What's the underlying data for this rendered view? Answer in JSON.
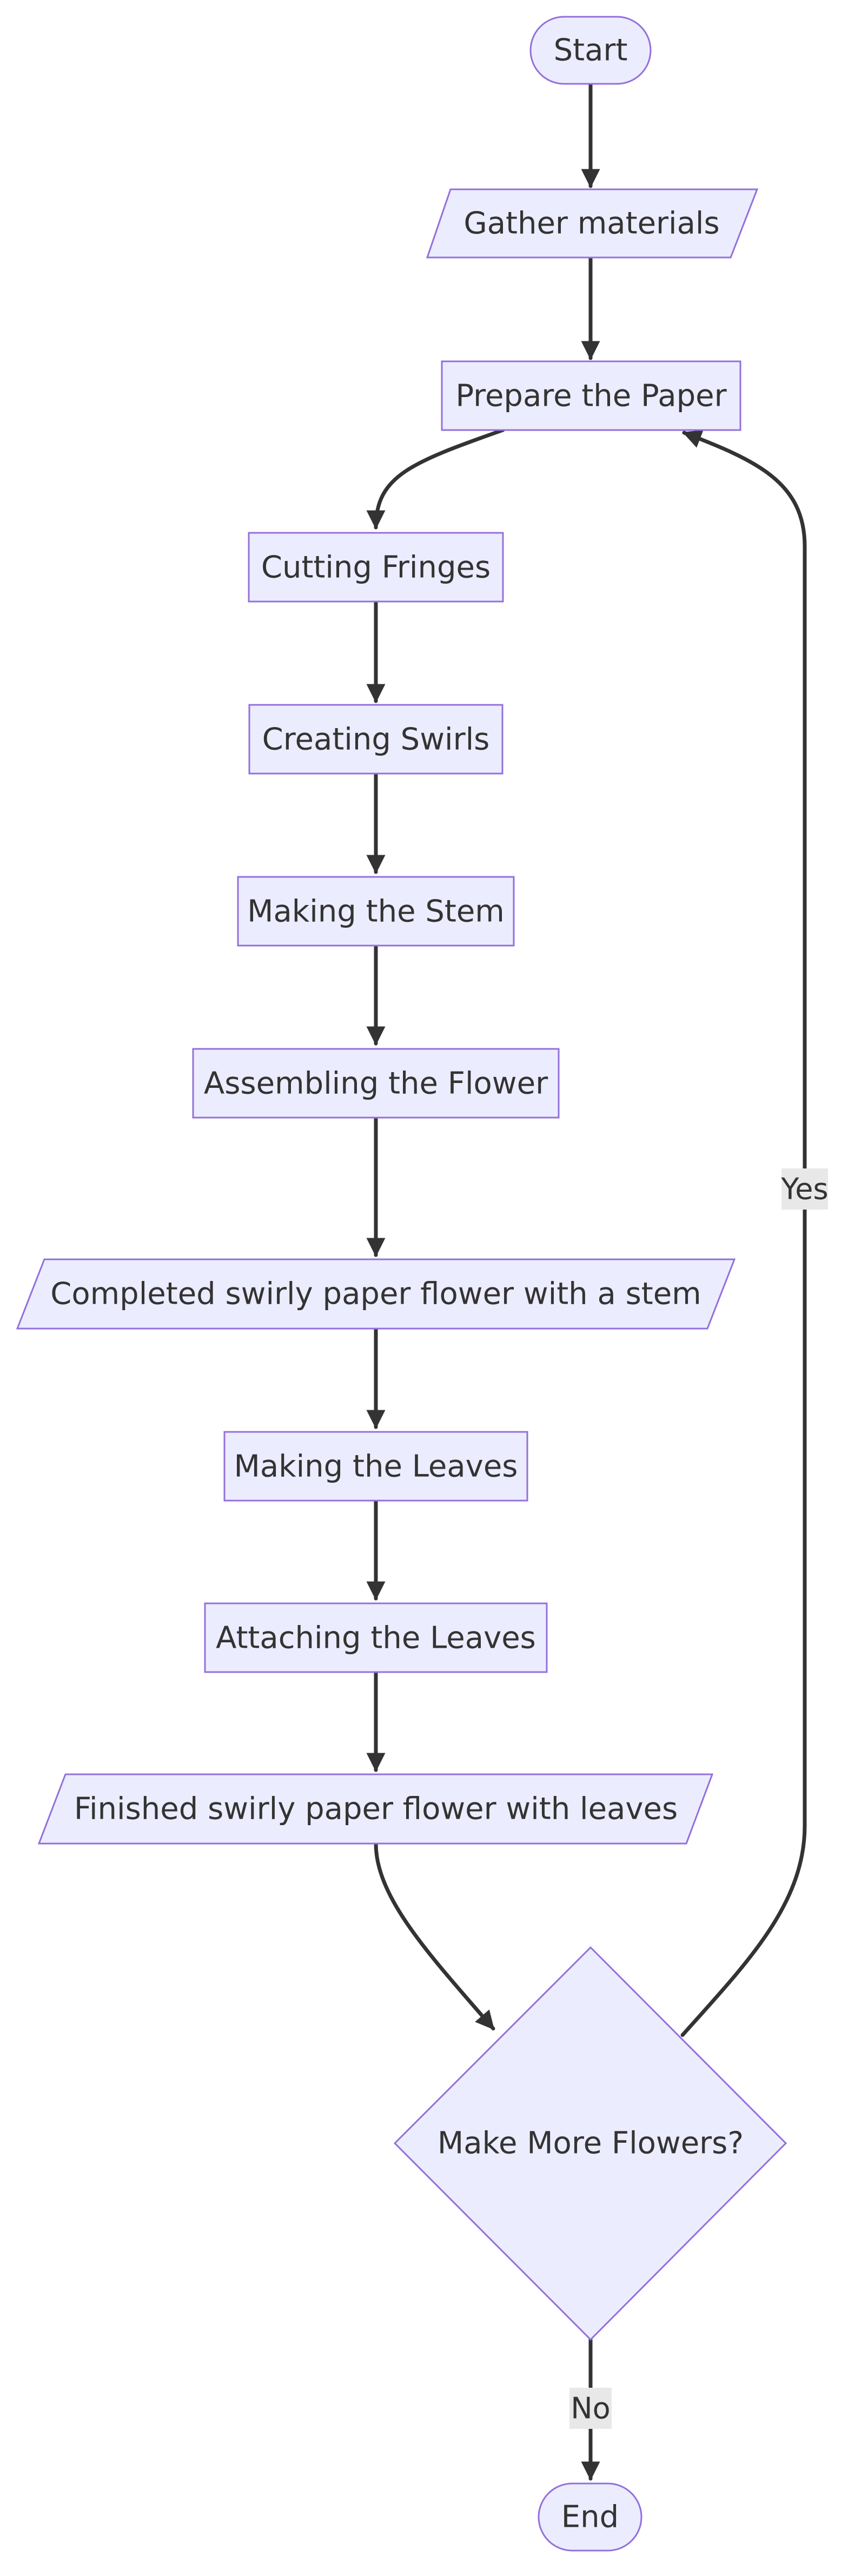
{
  "theme": {
    "node_fill": "#ECECFF",
    "node_stroke": "#9370DB",
    "edge_color": "#333333",
    "text_color": "#333333",
    "edge_label_bg": "#e8e8e8"
  },
  "nodes": {
    "start": {
      "label": "Start",
      "shape": "stadium"
    },
    "gather_materials": {
      "label": "Gather materials",
      "shape": "parallelogram"
    },
    "prepare_paper": {
      "label": "Prepare the Paper",
      "shape": "rectangle"
    },
    "cutting_fringes": {
      "label": "Cutting Fringes",
      "shape": "rectangle"
    },
    "creating_swirls": {
      "label": "Creating Swirls",
      "shape": "rectangle"
    },
    "making_stem": {
      "label": "Making the Stem",
      "shape": "rectangle"
    },
    "assembling_flower": {
      "label": "Assembling the Flower",
      "shape": "rectangle"
    },
    "completed_flower": {
      "label": "Completed swirly paper flower with a stem",
      "shape": "parallelogram"
    },
    "making_leaves": {
      "label": "Making the Leaves",
      "shape": "rectangle"
    },
    "attaching_leaves": {
      "label": "Attaching the Leaves",
      "shape": "rectangle"
    },
    "finished_flower": {
      "label": "Finished swirly paper flower with leaves",
      "shape": "parallelogram"
    },
    "decision": {
      "label": "Make More Flowers?",
      "shape": "diamond"
    },
    "end": {
      "label": "End",
      "shape": "stadium"
    }
  },
  "edges": {
    "yes": {
      "label": "Yes",
      "from": "decision",
      "to": "prepare_paper"
    },
    "no": {
      "label": "No",
      "from": "decision",
      "to": "end"
    }
  }
}
